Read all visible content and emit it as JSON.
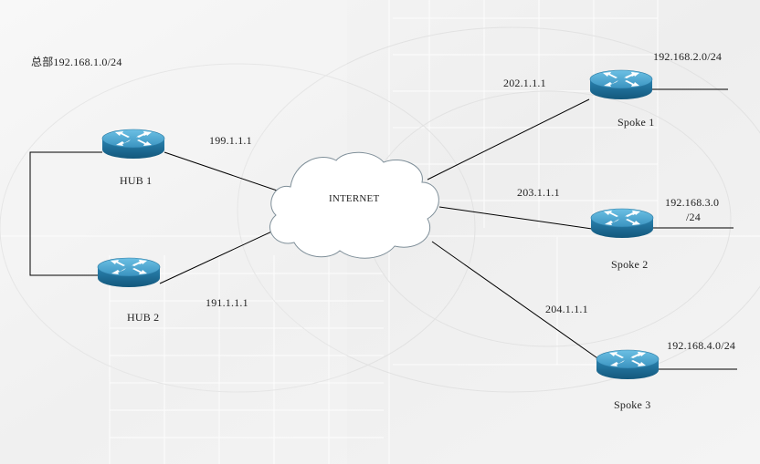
{
  "diagram": {
    "hq_subnet": "总部192.168.1.0/24",
    "internet_label": "INTERNET",
    "hubs": [
      {
        "name": "HUB 1",
        "ip": "199.1.1.1"
      },
      {
        "name": "HUB 2",
        "ip": "191.1.1.1"
      }
    ],
    "spokes": [
      {
        "name": "Spoke 1",
        "ip": "202.1.1.1",
        "subnet": "192.168.2.0/24"
      },
      {
        "name": "Spoke 2",
        "ip": "203.1.1.1",
        "subnet_line1": "192.168.3.0",
        "subnet_line2": "/24"
      },
      {
        "name": "Spoke 3",
        "ip": "204.1.1.1",
        "subnet": "192.168.4.0/24"
      }
    ],
    "icons": {
      "router": "router-icon",
      "cloud": "cloud-icon"
    },
    "colors": {
      "router_top": "#4aa3cc",
      "router_side": "#1d6f9a",
      "cloud_stroke": "#7f8f99",
      "link": "#000000"
    }
  }
}
